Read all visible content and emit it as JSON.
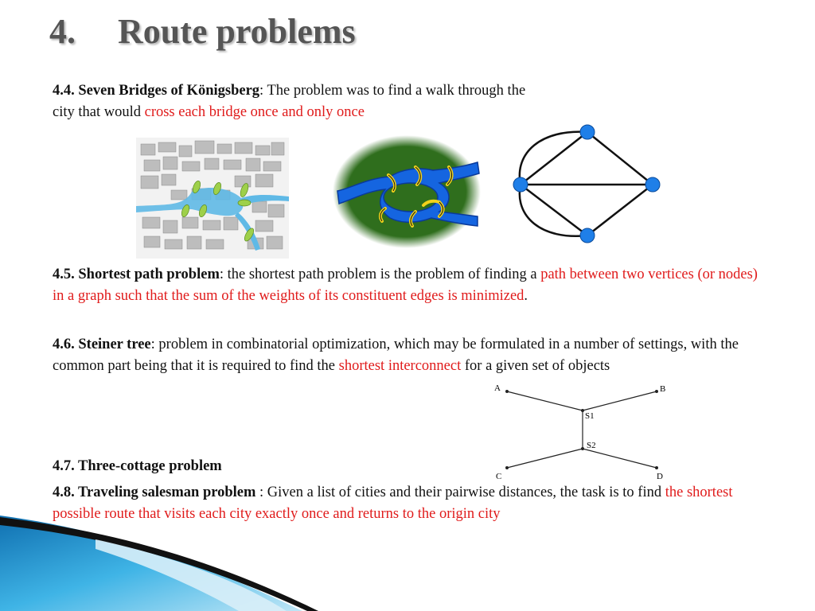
{
  "title": {
    "number": "4.",
    "text": "Route problems"
  },
  "sections": {
    "s44": {
      "heading": "4.4. Seven Bridges of Königsberg",
      "text1": ": The problem was to find a walk through the",
      "text2": "city that would ",
      "highlight": "cross each bridge once and only once"
    },
    "s45": {
      "heading": "4.5. Shortest path problem",
      "text1": ": the shortest path problem is the problem of finding a ",
      "highlight": "path between two vertices (or nodes) in a graph such that the sum of the weights of its constituent edges is minimized",
      "text2": "."
    },
    "s46": {
      "heading": "4.6. Steiner tree",
      "text1": ": problem in combinatorial optimization, which may be formulated in a number of settings, with the common part being that it is required to find the ",
      "highlight": "shortest interconnect",
      "text2": " for a given set of objects"
    },
    "s47": {
      "heading": "4.7. Three-cottage problem"
    },
    "s48": {
      "heading": "4.8. Traveling salesman problem",
      "text1": " : Given a list of cities and their pairwise distances, the task is to find ",
      "highlight": "the shortest possible route that visits each city exactly once and returns to the origin city"
    }
  },
  "steiner": {
    "labels": {
      "a": "A",
      "b": "B",
      "c": "C",
      "d": "D",
      "s1": "S1",
      "s2": "S2"
    }
  },
  "colors": {
    "highlight": "#e01b1b",
    "node": "#1f7fe8",
    "water": "#1565e0",
    "land": "#2f6e1d",
    "bridge": "#f2d21b",
    "deco": "#1a9ad6"
  }
}
